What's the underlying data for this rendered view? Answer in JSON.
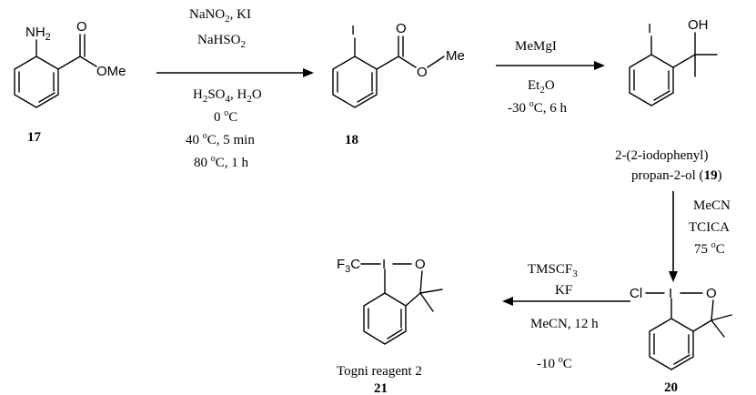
{
  "compounds": {
    "c17": {
      "id": "17",
      "substituents": {
        "amino": "NH",
        "amino_sub": "2",
        "ester": "OMe"
      }
    },
    "c18": {
      "id": "18",
      "substituents": {
        "iodo": "I",
        "ester_o": "O",
        "methyl": "Me"
      }
    },
    "c19": {
      "id": "19",
      "name_line1": "2-(2-iodophenyl)",
      "name_line2_pre": "propan-2-ol (",
      "name_line2_post": ")",
      "substituents": {
        "iodo": "I",
        "hydroxyl": "OH"
      }
    },
    "c20": {
      "id": "20",
      "substituents": {
        "chloro": "Cl",
        "iodine": "I",
        "ring_o": "O"
      }
    },
    "c21": {
      "id": "21",
      "name": "Togni reagent 2",
      "substituents": {
        "cf3_main": "F",
        "cf3_sub": "3",
        "cf3_c": "C",
        "iodine": "I",
        "ring_o": "O"
      }
    }
  },
  "steps": {
    "step1": {
      "above": [
        {
          "text": "NaNO",
          "sub": "2",
          "after": ", KI"
        },
        {
          "text": "NaHSO",
          "sub": "2",
          "after": ""
        }
      ],
      "below": [
        {
          "text": "H",
          "sub": "2",
          "after": "SO",
          "sub2": "4",
          "after2": ", H",
          "sub3": "2",
          "after3": "O"
        },
        {
          "pre": "0 ",
          "sup": "o",
          "post": "C"
        },
        {
          "pre": "40 ",
          "sup": "o",
          "post": "C, 5 min"
        },
        {
          "pre": "80 ",
          "sup": "o",
          "post": "C, 1 h"
        }
      ]
    },
    "step2": {
      "above": "MeMgI",
      "below1": {
        "text": "Et",
        "sub": "2",
        "after": "O"
      },
      "below2": {
        "pre": "-30 ",
        "sup": "o",
        "post": "C, 6 h"
      }
    },
    "step3": {
      "line1": "MeCN",
      "line2": "TCICA",
      "line3": {
        "pre": "75 ",
        "sup": "o",
        "post": "C"
      }
    },
    "step4": {
      "above1": {
        "text": "TMSCF",
        "sub": "3"
      },
      "above2": "KF",
      "below1": "MeCN, 12 h",
      "below2": {
        "pre": "-10 ",
        "sup": "o",
        "post": "C"
      }
    }
  }
}
